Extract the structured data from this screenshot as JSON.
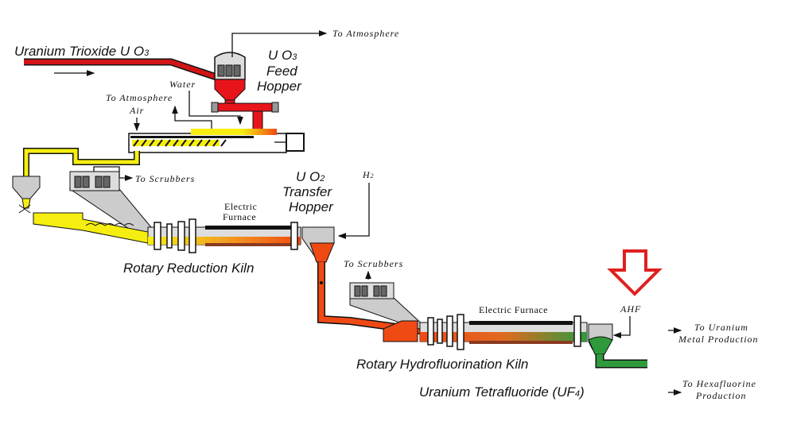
{
  "colors": {
    "uo3": "#e8141b",
    "uo2": "#f04a14",
    "yellow": "#f6ee10",
    "uf4": "#2e9a3c",
    "equipment": "#c8c8c8",
    "highlight_arrow": "#e02020"
  },
  "labels": {
    "uranium_trioxide": "Uranium Trioxide U O",
    "uranium_trioxide_sub": "3",
    "feed_hopper_1": "U O",
    "feed_hopper_1_sub": "3",
    "feed_hopper_2": "Feed",
    "feed_hopper_3": "Hopper",
    "to_atmosphere_top": "To Atmosphere",
    "water": "Water",
    "to_atmosphere_mid": "To Atmosphere",
    "air": "Air",
    "to_scrubbers_1": "To Scrubbers",
    "transfer_hopper_1": "U O",
    "transfer_hopper_1_sub": "2",
    "transfer_hopper_2": "Transfer",
    "transfer_hopper_3": "Hopper",
    "h2": "H",
    "h2_sub": "2",
    "electric_furnace_1a": "Electric",
    "electric_furnace_1b": "Furnace",
    "rotary_reduction_kiln": "Rotary Reduction Kiln",
    "to_scrubbers_2": "To Scrubbers",
    "electric_furnace_2": "Electric Furnace",
    "ahf": "AHF",
    "to_uranium_1": "To Uranium",
    "to_uranium_2": "Metal Production",
    "to_hexafluorine_1": "To Hexafluorine",
    "to_hexafluorine_2": "Production",
    "rotary_hydrofluorination_kiln": "Rotary Hydrofluorination Kiln",
    "uranium_tetrafluoride": "Uranium Tetrafluoride (UF",
    "uranium_tetrafluoride_sub": "4",
    "uranium_tetrafluoride_end": ")"
  }
}
